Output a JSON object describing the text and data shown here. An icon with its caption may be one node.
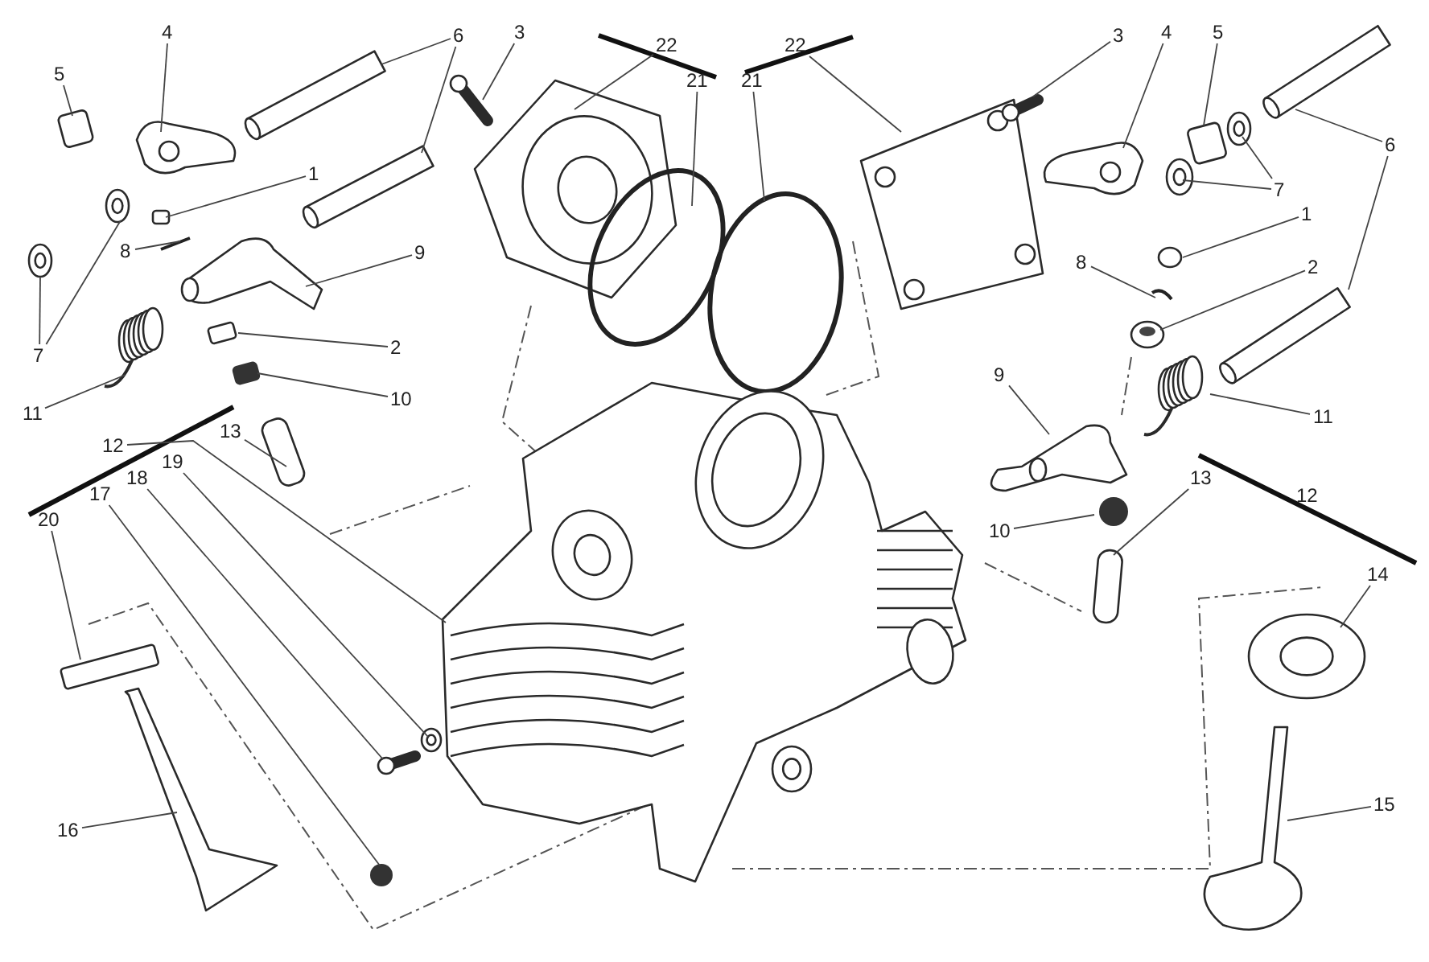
{
  "diagram": {
    "nodes": [
      {
        "text": [
          "4"
        ]
      },
      {
        "text": [
          "6"
        ]
      },
      {
        "text": [
          "3"
        ]
      },
      {
        "text": [
          "22"
        ]
      },
      {
        "text": [
          "22"
        ]
      },
      {
        "text": [
          "3"
        ]
      },
      {
        "text": [
          "4"
        ]
      },
      {
        "text": [
          "5"
        ]
      },
      {
        "text": [
          "5"
        ]
      },
      {
        "text": [
          "21"
        ]
      },
      {
        "text": [
          "21"
        ]
      },
      {
        "text": [
          "6"
        ]
      },
      {
        "text": [
          "1"
        ]
      },
      {
        "text": [
          "7"
        ]
      },
      {
        "text": [
          "1"
        ]
      },
      {
        "text": [
          "8"
        ]
      },
      {
        "text": [
          "9"
        ]
      },
      {
        "text": [
          "8"
        ]
      },
      {
        "text": [
          "2"
        ]
      },
      {
        "text": [
          "2"
        ]
      },
      {
        "text": [
          "7"
        ]
      },
      {
        "text": [
          "9"
        ]
      },
      {
        "text": [
          "10"
        ]
      },
      {
        "text": [
          "11"
        ]
      },
      {
        "text": [
          "11"
        ]
      },
      {
        "text": [
          "13"
        ]
      },
      {
        "text": [
          "12"
        ]
      },
      {
        "text": [
          "19"
        ]
      },
      {
        "text": [
          "18"
        ]
      },
      {
        "text": [
          "13"
        ]
      },
      {
        "text": [
          "17"
        ]
      },
      {
        "text": [
          "20"
        ]
      },
      {
        "text": [
          "10"
        ]
      },
      {
        "text": [
          "14"
        ]
      },
      {
        "text": [
          "15"
        ]
      },
      {
        "text": [
          "16"
        ]
      },
      {
        "text": [],
        "shape": "picture"
      },
      {
        "text": [],
        "shape": "picture"
      },
      {
        "text": [],
        "shape": "picture"
      },
      {
        "text": [],
        "shape": "picture"
      },
      {
        "text": [],
        "shape": "picture"
      },
      {
        "text": [],
        "shape": "picture"
      },
      {
        "text": [],
        "shape": "picture"
      },
      {
        "text": [],
        "shape": "picture"
      },
      {
        "text": [],
        "shape": "box"
      },
      {
        "text": [],
        "shape": "box"
      },
      {
        "text": [],
        "shape": "circle"
      },
      {
        "text": [],
        "shape": "circle"
      },
      {
        "text": [],
        "shape": "picture"
      },
      {
        "text": [],
        "shape": "picture"
      },
      {
        "text": [],
        "shape": "box"
      },
      {
        "text": [],
        "shape": "picture"
      },
      {
        "text": [],
        "shape": "picture"
      },
      {
        "text": [],
        "shape": "circle"
      },
      {
        "text": [],
        "shape": "picture"
      },
      {
        "text": [],
        "shape": "picture"
      },
      {
        "text": [],
        "shape": "picture"
      },
      {
        "text": [],
        "shape": "picture"
      },
      {
        "text": [],
        "shape": "box"
      },
      {
        "text": [],
        "shape": "picture"
      },
      {
        "text": [],
        "shape": "picture"
      },
      {
        "text": [],
        "shape": "picture"
      },
      {
        "text": [],
        "shape": "box"
      },
      {
        "text": [],
        "shape": "picture"
      },
      {
        "text": [],
        "shape": "picture"
      },
      {
        "text": [],
        "shape": "box"
      },
      {
        "text": [],
        "shape": "picture"
      },
      {
        "text": [],
        "shape": "picture"
      },
      {
        "text": [],
        "shape": "picture"
      },
      {
        "text": [],
        "shape": "box"
      },
      {
        "text": [],
        "shape": "circle"
      },
      {
        "text": [],
        "shape": "box"
      },
      {
        "text": [],
        "shape": "circle"
      },
      {
        "text": [],
        "shape": "picture"
      },
      {
        "text": [],
        "shape": "picture"
      },
      {
        "text": [],
        "shape": "picture"
      }
    ],
    "edges": [
      {
        "from": 0,
        "to": 36,
        "arrow": "none"
      },
      {
        "from": 1,
        "to": 37,
        "arrow": "none"
      },
      {
        "from": 1,
        "to": 38,
        "arrow": "none"
      },
      {
        "from": 2,
        "to": 39,
        "arrow": "none"
      },
      {
        "from": 3,
        "to": 40,
        "arrow": "none"
      },
      {
        "from": 4,
        "to": 41,
        "arrow": "none"
      },
      {
        "from": 5,
        "to": 42,
        "arrow": "none"
      },
      {
        "from": 6,
        "to": 43,
        "arrow": "none"
      },
      {
        "from": 7,
        "to": 44,
        "arrow": "none"
      },
      {
        "from": 8,
        "to": 45,
        "arrow": "none"
      },
      {
        "from": 9,
        "to": 46,
        "arrow": "none"
      },
      {
        "from": 10,
        "to": 47,
        "arrow": "none"
      },
      {
        "from": 11,
        "to": 48,
        "arrow": "none"
      },
      {
        "from": 11,
        "to": 49,
        "arrow": "none"
      },
      {
        "from": 12,
        "to": 50,
        "arrow": "none"
      },
      {
        "from": 13,
        "to": 51,
        "arrow": "none"
      },
      {
        "from": 13,
        "to": 52,
        "arrow": "none"
      },
      {
        "from": 14,
        "to": 53,
        "arrow": "none"
      },
      {
        "from": 15,
        "to": 54,
        "arrow": "none"
      },
      {
        "from": 16,
        "to": 55,
        "arrow": "none"
      },
      {
        "from": 17,
        "to": 56,
        "arrow": "none"
      },
      {
        "from": 18,
        "to": 57,
        "arrow": "none"
      },
      {
        "from": 19,
        "to": 58,
        "arrow": "none"
      },
      {
        "from": 20,
        "to": 59,
        "arrow": "none"
      },
      {
        "from": 20,
        "to": 60,
        "arrow": "none"
      },
      {
        "from": 21,
        "to": 61,
        "arrow": "none"
      },
      {
        "from": 22,
        "to": 62,
        "arrow": "none"
      },
      {
        "from": 23,
        "to": 63,
        "arrow": "none"
      },
      {
        "from": 24,
        "to": 64,
        "arrow": "none"
      },
      {
        "from": 25,
        "to": 65,
        "arrow": "none"
      },
      {
        "from": 26,
        "to": 66,
        "arrow": "none"
      },
      {
        "from": 27,
        "to": 67,
        "arrow": "none"
      },
      {
        "from": 28,
        "to": 68,
        "arrow": "none"
      },
      {
        "from": 29,
        "to": 69,
        "arrow": "none"
      },
      {
        "from": 30,
        "to": 70,
        "arrow": "none"
      },
      {
        "from": 31,
        "to": 71,
        "arrow": "none"
      },
      {
        "from": 32,
        "to": 72,
        "arrow": "none"
      },
      {
        "from": 33,
        "to": 73,
        "arrow": "none"
      },
      {
        "from": 34,
        "to": 74,
        "arrow": "none"
      },
      {
        "from": 35,
        "to": 75,
        "arrow": "none"
      }
    ],
    "labels": [
      "12"
    ]
  }
}
